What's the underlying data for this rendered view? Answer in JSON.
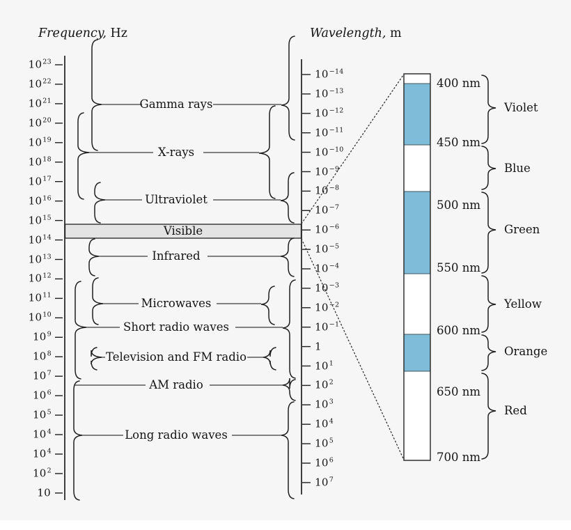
{
  "figure": {
    "background": "#f6f6f6",
    "line_color": "#1f1f1f",
    "connector_color": "#5a5a5a",
    "visible_bar_fill": "#e4e4e4"
  },
  "frequency_axis": {
    "title_word": "Frequency,",
    "title_unit": "Hz",
    "labels": [
      {
        "base": "10",
        "exp": "23"
      },
      {
        "base": "10",
        "exp": "22"
      },
      {
        "base": "10",
        "exp": "21"
      },
      {
        "base": "10",
        "exp": "20"
      },
      {
        "base": "10",
        "exp": "19"
      },
      {
        "base": "10",
        "exp": "18"
      },
      {
        "base": "10",
        "exp": "17"
      },
      {
        "base": "10",
        "exp": "16"
      },
      {
        "base": "10",
        "exp": "15"
      },
      {
        "base": "10",
        "exp": "14"
      },
      {
        "base": "10",
        "exp": "13"
      },
      {
        "base": "10",
        "exp": "12"
      },
      {
        "base": "10",
        "exp": "11"
      },
      {
        "base": "10",
        "exp": "10"
      },
      {
        "base": "10",
        "exp": "9"
      },
      {
        "base": "10",
        "exp": "8"
      },
      {
        "base": "10",
        "exp": "7"
      },
      {
        "base": "10",
        "exp": "6"
      },
      {
        "base": "10",
        "exp": "5"
      },
      {
        "base": "10",
        "exp": "4"
      },
      {
        "base": "10",
        "exp": "4"
      },
      {
        "base": "10",
        "exp": "2"
      },
      {
        "base": "10",
        "exp": ""
      }
    ]
  },
  "wavelength_axis": {
    "title_word": "Wavelength,",
    "title_unit": "m",
    "labels": [
      {
        "base": "10",
        "exp": "−14"
      },
      {
        "base": "10",
        "exp": "−13"
      },
      {
        "base": "10",
        "exp": "−12"
      },
      {
        "base": "10",
        "exp": "−11"
      },
      {
        "base": "10",
        "exp": "−10"
      },
      {
        "base": "10",
        "exp": "−9"
      },
      {
        "base": "10",
        "exp": "−8"
      },
      {
        "base": "10",
        "exp": "−7"
      },
      {
        "base": "10",
        "exp": "−6"
      },
      {
        "base": "10",
        "exp": "−5"
      },
      {
        "base": "10",
        "exp": "−4"
      },
      {
        "base": "10",
        "exp": "−3"
      },
      {
        "base": "10",
        "exp": "−2"
      },
      {
        "base": "10",
        "exp": "−1"
      },
      {
        "base": "1",
        "exp": ""
      },
      {
        "base": "10",
        "exp": "1"
      },
      {
        "base": "10",
        "exp": "2"
      },
      {
        "base": "10",
        "exp": "3"
      },
      {
        "base": "10",
        "exp": "4"
      },
      {
        "base": "10",
        "exp": "5"
      },
      {
        "base": "10",
        "exp": "6"
      },
      {
        "base": "10",
        "exp": "7"
      }
    ]
  },
  "bands": [
    {
      "id": "gamma-rays",
      "label": "Gamma rays"
    },
    {
      "id": "x-rays",
      "label": "X-rays"
    },
    {
      "id": "ultraviolet",
      "label": "Ultraviolet"
    },
    {
      "id": "visible",
      "label": "Visible"
    },
    {
      "id": "infrared",
      "label": "Infrared"
    },
    {
      "id": "microwaves",
      "label": "Microwaves"
    },
    {
      "id": "short-radio",
      "label": "Short radio waves"
    },
    {
      "id": "tv-fm",
      "label": "Television and FM radio"
    },
    {
      "id": "am-radio",
      "label": "AM radio"
    },
    {
      "id": "long-radio",
      "label": "Long radio waves"
    }
  ],
  "visible_spectrum": {
    "band_fill": "#7fbcd9",
    "bar_fill": "#ffffff",
    "wavelength_labels": [
      "400 nm",
      "450 nm",
      "500 nm",
      "550 nm",
      "600 nm",
      "650 nm",
      "700 nm"
    ],
    "colors": [
      "Violet",
      "Blue",
      "Green",
      "Yellow",
      "Orange",
      "Red"
    ]
  }
}
